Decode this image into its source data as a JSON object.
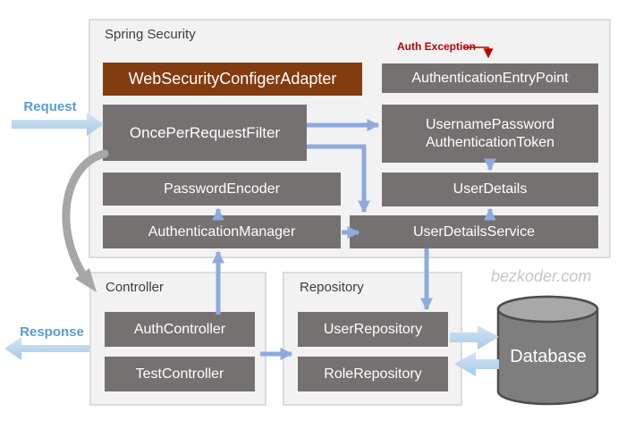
{
  "containers": {
    "spring_security": "Spring Security",
    "controller": "Controller",
    "repository": "Repository"
  },
  "boxes": {
    "web_security_configer_adapter": "WebSecurityConfigerAdapter",
    "authentication_entry_point": "AuthenticationEntryPoint",
    "once_per_request_filter": "OncePerRequestFilter",
    "username_password_token": {
      "line1": "UsernamePassword",
      "line2": "AuthenticationToken"
    },
    "password_encoder": "PasswordEncoder",
    "user_details": "UserDetails",
    "authentication_manager": "AuthenticationManager",
    "user_details_service": "UserDetailsService",
    "auth_controller": "AuthController",
    "test_controller": "TestController",
    "user_repository": "UserRepository",
    "role_repository": "RoleRepository",
    "database": "Database"
  },
  "labels": {
    "request": "Request",
    "response": "Response",
    "auth_exception": "Auth Exception"
  },
  "watermark": "bezkoder.com",
  "colors": {
    "box_gray": "#767171",
    "box_brown": "#833c10",
    "panel_fill": "#f2f2f2",
    "panel_border": "#dcdcdc",
    "arrow_blue": "#8faadc",
    "arrow_light_blue": "#bdd7ee",
    "arrow_gray": "#a6a6a6",
    "exception_red": "#c00000",
    "flow_label_blue": "#5b9bd5",
    "watermark_gray": "#c6c6c6",
    "database_fill": "#7e7e7e"
  }
}
